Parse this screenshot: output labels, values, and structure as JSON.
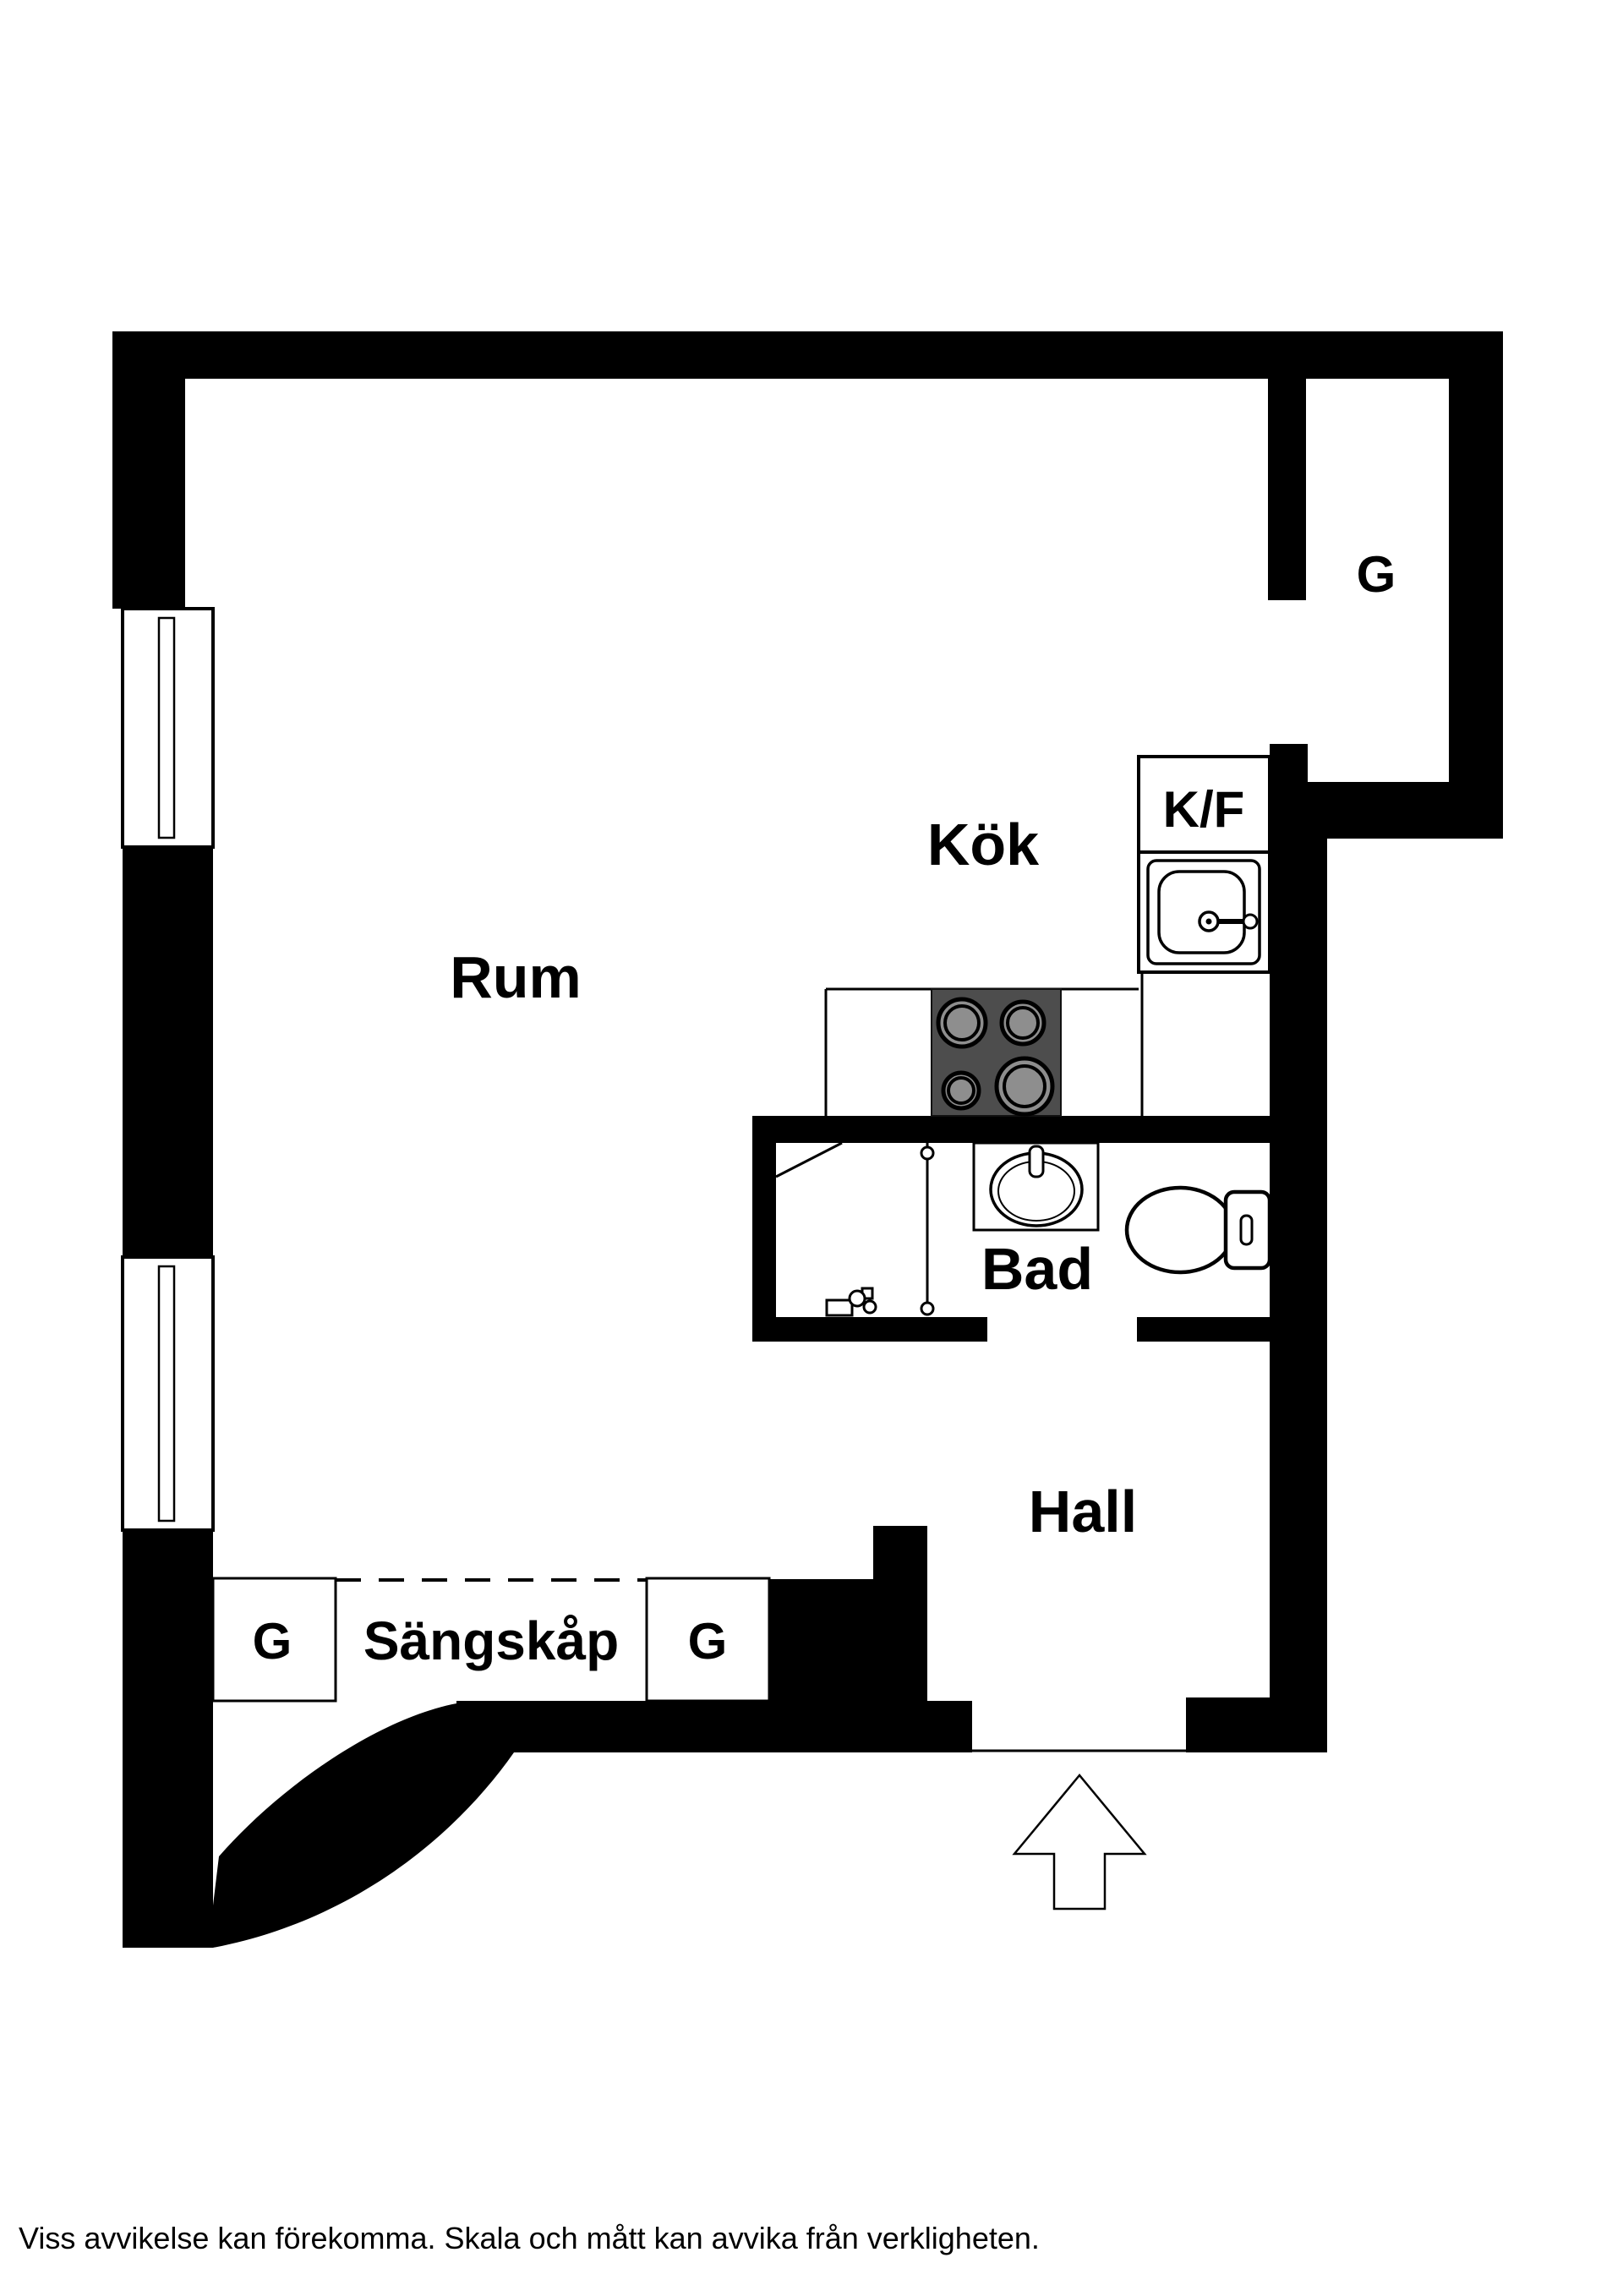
{
  "floorplan": {
    "rooms": {
      "rum": "Rum",
      "kok": "Kök",
      "bad": "Bad",
      "hall": "Hall",
      "sangskap": "Sängskåp"
    },
    "closets": {
      "g_top_right": "G",
      "g_left": "G",
      "g_right": "G"
    },
    "appliances": {
      "fridge_freezer": "K/F"
    },
    "colors": {
      "wall": "#000000",
      "background": "#ffffff",
      "hob": "#4d4d4d",
      "burner": "#8e8e8e"
    },
    "footer": {
      "disclaimer": "Viss avvikelse kan förekomma. Skala och mått kan avvika från verkligheten."
    }
  }
}
